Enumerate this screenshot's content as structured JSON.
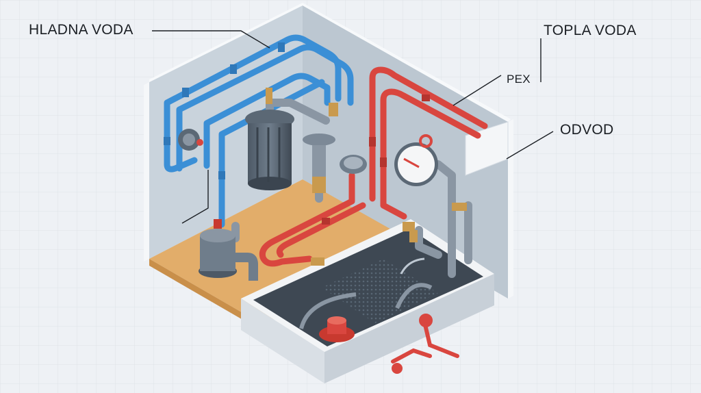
{
  "labels": {
    "cold_water": "HLADNA VODA",
    "hot_water": "TOPLA VODA",
    "pex": "PEX",
    "drain": "ODVOD"
  },
  "colors": {
    "cold_pipe": "#3b8fd6",
    "hot_pipe": "#d9463f",
    "drain_pipe": "#8a96a3",
    "floor": "#e2ad6a",
    "wall": "#c6d0d9",
    "wall_edge": "#f7f9fb",
    "fitting": "#c99a4e",
    "background": "#eef1f5"
  }
}
